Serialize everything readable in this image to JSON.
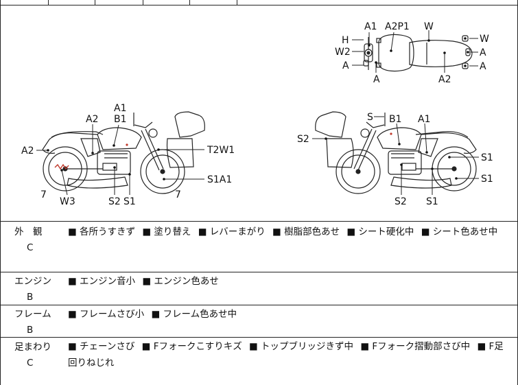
{
  "diagram": {
    "top_view_labels": {
      "a1": "A1",
      "a2p1": "A2P1",
      "w_top": "W",
      "h": "H",
      "w2": "W2",
      "a_left": "A",
      "a_below": "A",
      "w_right": "W",
      "a_right1": "A",
      "a_right2": "A",
      "a2_bottom": "A2"
    },
    "left_view_labels": {
      "a1": "A1",
      "a2": "A2",
      "b1": "B1",
      "a2_rear": "A2",
      "t2w1": "T2W1",
      "s1a1": "S1A1",
      "seven_rear": "7",
      "seven_front": "7",
      "w3": "W3",
      "s2": "S2",
      "s1": "S1"
    },
    "right_view_labels": {
      "s": "S",
      "b1": "B1",
      "a1": "A1",
      "s2_rear": "S2",
      "s1_upper": "S1",
      "s1_lower": "S1",
      "s2": "S2",
      "s1": "S1"
    }
  },
  "conditions": [
    {
      "category": "外　観",
      "grade": "C",
      "items": [
        "■ 各所うすきず",
        "■ 塗り替え",
        "■ レバーまがり",
        "■ 樹脂部色あせ",
        "■ シート硬化中",
        "■ シート色あせ中"
      ]
    },
    {
      "category": "エンジン",
      "grade": "B",
      "items": [
        "■ エンジン音小",
        "■ エンジン色あせ"
      ]
    },
    {
      "category": "フレーム",
      "grade": "B",
      "items": [
        "■ フレームさび小",
        "■ フレーム色あせ中"
      ]
    },
    {
      "category": "足まわり",
      "grade": "C",
      "items": [
        "■ チェーンさび",
        "■ Fフォークこすりキズ",
        "■ トップブリッジきず中",
        "■ Fフォーク摺動部さび中",
        "■ F足回りねじれ"
      ]
    }
  ]
}
